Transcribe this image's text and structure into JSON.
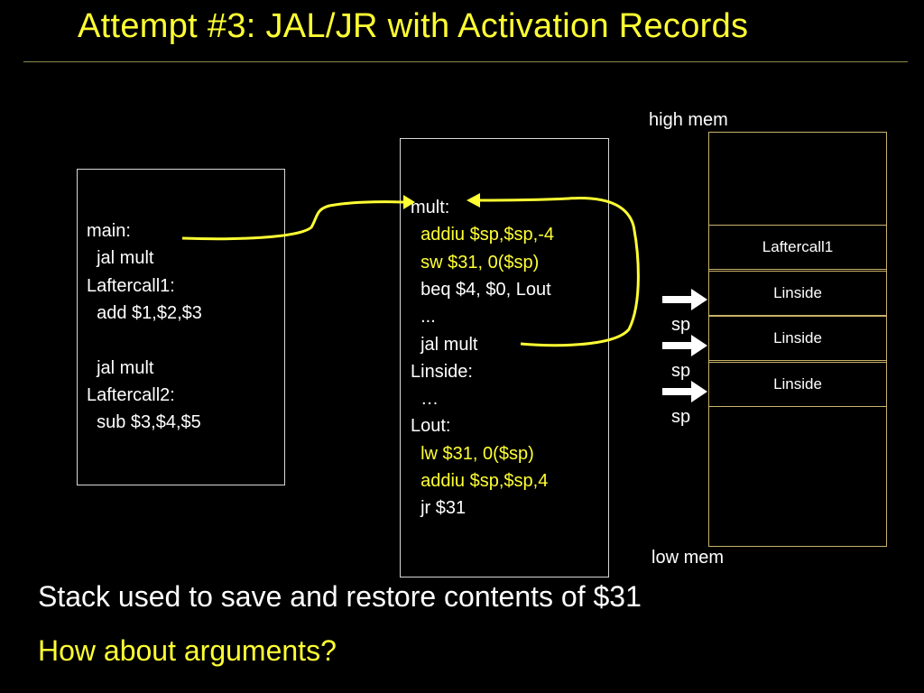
{
  "title": "Attempt #3: JAL/JR with Activation Records",
  "main_code": [
    {
      "text": "main:",
      "highlight": false
    },
    {
      "text": "  jal mult",
      "highlight": false
    },
    {
      "text": "Laftercall1:",
      "highlight": false
    },
    {
      "text": "  add $1,$2,$3",
      "highlight": false
    },
    {
      "text": "",
      "highlight": false
    },
    {
      "text": "  jal mult",
      "highlight": false
    },
    {
      "text": "Laftercall2:",
      "highlight": false
    },
    {
      "text": "  sub $3,$4,$5",
      "highlight": false
    }
  ],
  "mult_code": [
    {
      "text": "mult:",
      "highlight": false
    },
    {
      "text": "  addiu $sp,$sp,-4",
      "highlight": true
    },
    {
      "text": "  sw $31, 0($sp)",
      "highlight": true
    },
    {
      "text": "  beq $4, $0, Lout",
      "highlight": false
    },
    {
      "text": "  ...",
      "highlight": false
    },
    {
      "text": "  jal mult",
      "highlight": false
    },
    {
      "text": "Linside:",
      "highlight": false
    },
    {
      "text": "  …",
      "highlight": false
    },
    {
      "text": "Lout:",
      "highlight": false
    },
    {
      "text": "  lw $31, 0($sp)",
      "highlight": true
    },
    {
      "text": "  addiu $sp,$sp,4",
      "highlight": true
    },
    {
      "text": "  jr $31",
      "highlight": false
    }
  ],
  "stack": {
    "high_label": "high mem",
    "low_label": "low mem",
    "cells": [
      "Laftercall1",
      "Linside",
      "Linside",
      "Linside"
    ],
    "pointer_label": "sp",
    "pointer_count": 3
  },
  "bottom": {
    "line1": "Stack used to save and restore contents of $31",
    "line2": "How about arguments?"
  },
  "colors": {
    "accent": "#ffff33",
    "stack_border": "#c8b26a"
  }
}
